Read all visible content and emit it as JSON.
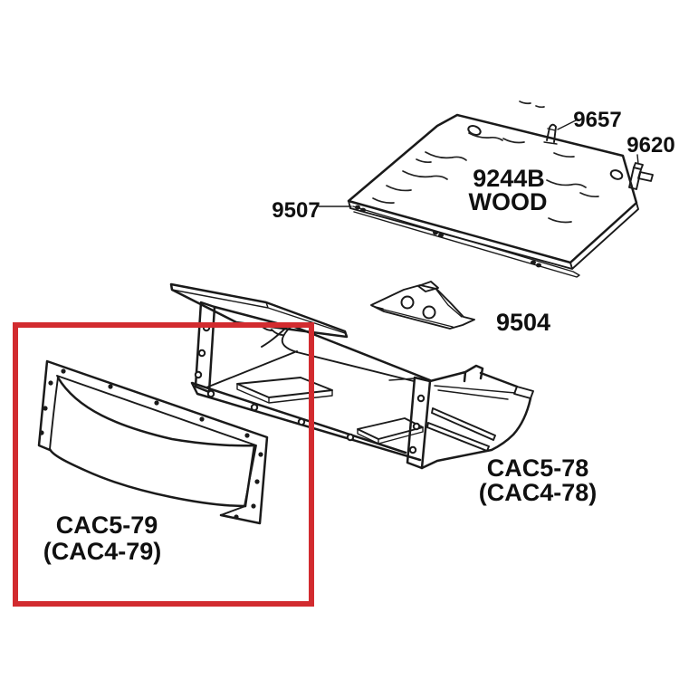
{
  "diagram": {
    "background": "#ffffff",
    "line_color": "#1a1a1a"
  },
  "highlight": {
    "color": "#d22b2f",
    "shape": "rectangle",
    "highlighted_part": "CAC5-79 (CAC4-79)"
  },
  "parts": {
    "wood_panel": {
      "line1": "9244B",
      "line2": "WOOD"
    },
    "top_clip": {
      "label": "9657"
    },
    "side_clip": {
      "label": "9620"
    },
    "edge_screws": {
      "label": "9507"
    },
    "bracket": {
      "label": "9504"
    },
    "tray": {
      "line1": "CAC5-78",
      "line2": "(CAC4-78)"
    },
    "front_panel": {
      "line1": "CAC5-79",
      "line2": "(CAC4-79)"
    }
  }
}
